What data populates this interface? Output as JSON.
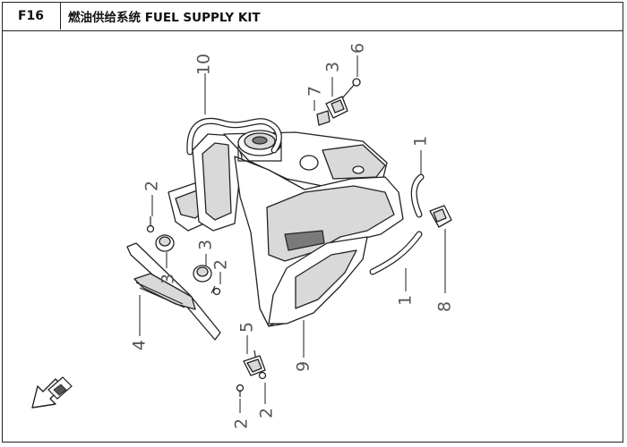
{
  "header": {
    "page_code": "F16",
    "title": "燃油供给系统 FUEL SUPPLY KIT"
  },
  "callouts": {
    "c10": "10",
    "c6": "6",
    "c3_top": "3",
    "c7": "7",
    "c1_top": "1",
    "c2_left": "2",
    "c3_mid_left": "3",
    "c3_mid": "3",
    "c2_mid": "2",
    "c8": "8",
    "c1_bottom": "1",
    "c4": "4",
    "c5": "5",
    "c9": "9",
    "c2_bottom_left": "2",
    "c2_bottom_right": "2"
  },
  "orientation_icon": "front-direction-arrow-icon"
}
